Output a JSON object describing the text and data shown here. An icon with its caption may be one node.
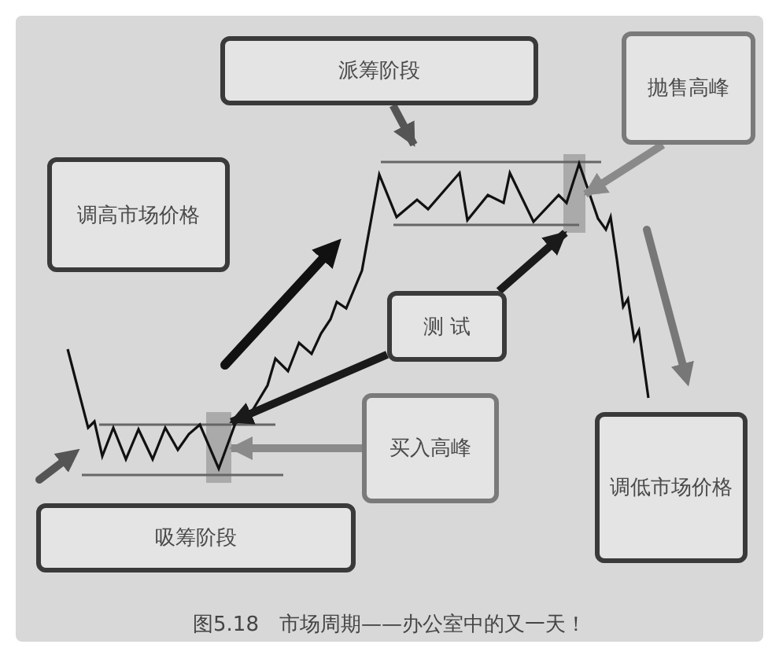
{
  "diagram": {
    "caption": "图5.18　市场周期——办公室中的又一天！",
    "nodes": [
      {
        "text": [
          "派筹阶段"
        ]
      },
      {
        "text": [
          "抛售高峰"
        ]
      },
      {
        "text": [
          "调高市场价格"
        ]
      },
      {
        "text": [
          "测 试"
        ]
      },
      {
        "text": [
          "买入高峰"
        ]
      },
      {
        "text": [
          "调低市场价格"
        ]
      },
      {
        "text": [
          "吸筹阶段"
        ]
      },
      {
        "text": [],
        "shape": "bar"
      },
      {
        "text": [],
        "shape": "bar"
      }
    ],
    "edges": [
      {
        "from": 0,
        "to": null,
        "arrow": "to",
        "color": "#555555"
      },
      {
        "from": 1,
        "to": 8,
        "arrow": "to",
        "color": "#8a8a8a"
      },
      {
        "from": 3,
        "to": 8,
        "arrow": "to",
        "color": "#1a1a1a"
      },
      {
        "from": 3,
        "to": 7,
        "arrow": "to",
        "color": "#1a1a1a"
      },
      {
        "from": 4,
        "to": 7,
        "arrow": "to",
        "color": "#8a8a8a"
      }
    ]
  }
}
